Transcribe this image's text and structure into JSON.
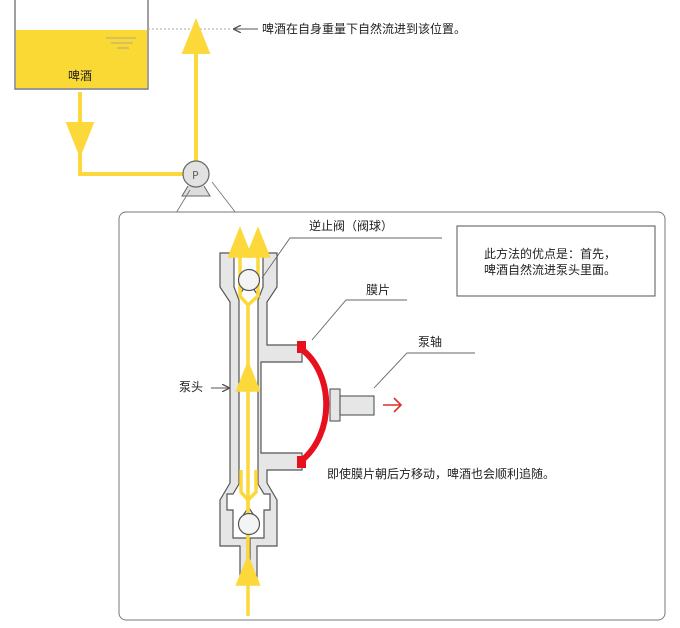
{
  "colors": {
    "beer": "#fad934",
    "beer_line": "#fcd83b",
    "pump_body": "#e6e6e6",
    "pump_outline": "#555555",
    "diaphragm": "#e8101f",
    "arrow_red": "#d9332c",
    "callout_line": "#666666"
  },
  "labels": {
    "tank_label": "啤酒",
    "level_note": "啤酒在自身重量下自然流进到该位置。",
    "pump_symbol": "P",
    "check_valve": "逆止阀（阀球）",
    "diaphragm": "膜片",
    "pump_shaft": "泵轴",
    "pump_head": "泵头",
    "motion_note": "即使膜片朝后方移动，啤酒也会顺利追随。",
    "advantage_line1": "此方法的优点是：首先，",
    "advantage_line2": "啤酒自然流进泵头里面。"
  }
}
